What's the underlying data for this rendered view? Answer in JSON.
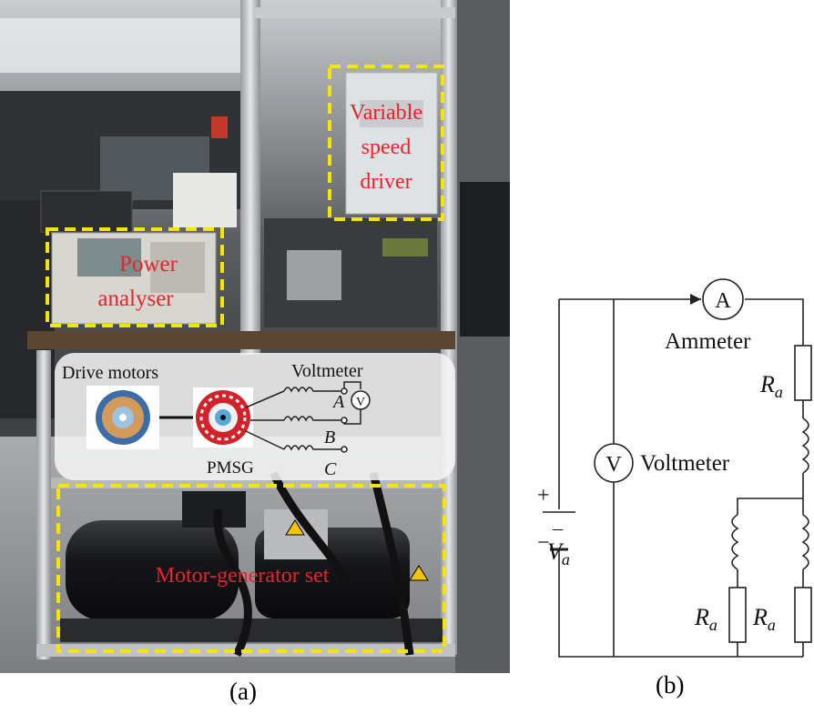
{
  "panel_a": {
    "caption": "(a)",
    "labels": {
      "variable_speed_driver": [
        "Variable",
        "speed",
        "driver"
      ],
      "power_analyser": [
        "Power",
        "analyser"
      ],
      "motor_generator_set": "Motor-generator set"
    },
    "inset": {
      "drive_motors": "Drive motors",
      "voltmeter": "Voltmeter",
      "pmsg": "PMSG",
      "phase_a": "A",
      "phase_b": "B",
      "phase_c": "C",
      "meter_symbol": "V"
    },
    "colors": {
      "label_red": "#e8232b",
      "box_yellow": "#f5e600"
    }
  },
  "panel_b": {
    "caption": "(b)",
    "ammeter_symbol": "A",
    "ammeter_label": "Ammeter",
    "voltmeter_symbol": "V",
    "voltmeter_label": "Voltmeter",
    "resistor_label": "R",
    "resistor_subscript": "a",
    "plus_sign": "+",
    "minus_sign": "−",
    "source_label": "V",
    "source_subscript": "a",
    "source_accent": "¯"
  }
}
